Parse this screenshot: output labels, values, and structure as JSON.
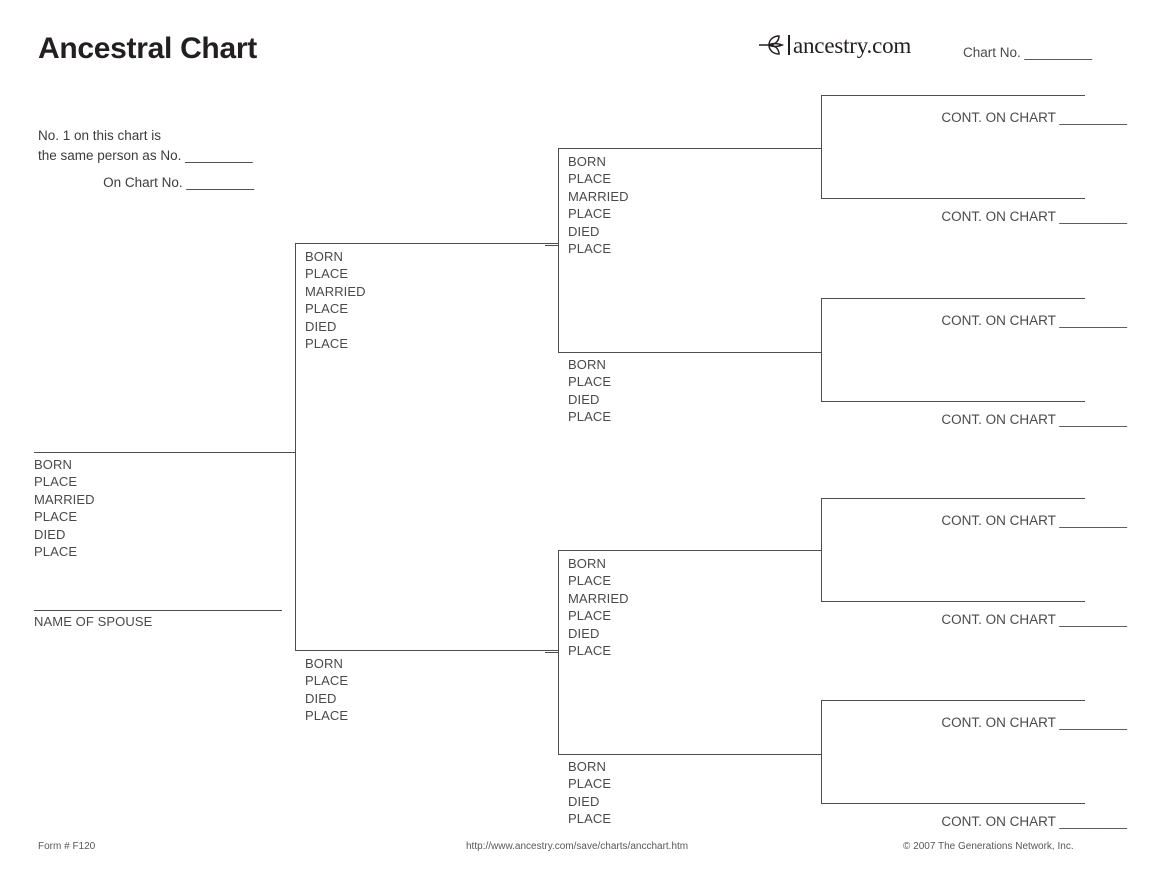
{
  "header": {
    "title": "Ancestral Chart",
    "logo_text": "ancestry.com",
    "logo_icon": "leaf-icon",
    "chart_no_label": "Chart No. _________"
  },
  "note": {
    "line1": "No. 1 on this chart is",
    "line2": "the same person as No. _________",
    "line3": "On Chart No. _________"
  },
  "labels": {
    "born": "BORN",
    "place": "PLACE",
    "married": "MARRIED",
    "died": "DIED",
    "name_of_spouse": "NAME OF SPOUSE",
    "cont_on_chart": "CONT. ON CHART _________"
  },
  "chart_data": {
    "type": "diagram",
    "title": "Ancestral Chart",
    "generations": 4,
    "person_1": {
      "fields": [
        "BORN",
        "PLACE",
        "MARRIED",
        "PLACE",
        "DIED",
        "PLACE"
      ],
      "spouse_caption": "NAME OF SPOUSE"
    },
    "generation_2": [
      {
        "position": "father",
        "fields": [
          "BORN",
          "PLACE",
          "MARRIED",
          "PLACE",
          "DIED",
          "PLACE"
        ]
      },
      {
        "position": "mother",
        "fields": [
          "BORN",
          "PLACE",
          "DIED",
          "PLACE"
        ]
      }
    ],
    "generation_3": [
      {
        "position": "paternal-grandfather",
        "fields": [
          "BORN",
          "PLACE",
          "MARRIED",
          "PLACE",
          "DIED",
          "PLACE"
        ]
      },
      {
        "position": "paternal-grandmother",
        "fields": [
          "BORN",
          "PLACE",
          "DIED",
          "PLACE"
        ]
      },
      {
        "position": "maternal-grandfather",
        "fields": [
          "BORN",
          "PLACE",
          "MARRIED",
          "PLACE",
          "DIED",
          "PLACE"
        ]
      },
      {
        "position": "maternal-grandmother",
        "fields": [
          "BORN",
          "PLACE",
          "DIED",
          "PLACE"
        ]
      }
    ],
    "generation_4": [
      {
        "label": "CONT. ON CHART _________"
      },
      {
        "label": "CONT. ON CHART _________"
      },
      {
        "label": "CONT. ON CHART _________"
      },
      {
        "label": "CONT. ON CHART _________"
      },
      {
        "label": "CONT. ON CHART _________"
      },
      {
        "label": "CONT. ON CHART _________"
      },
      {
        "label": "CONT. ON CHART _________"
      },
      {
        "label": "CONT. ON CHART _________"
      }
    ]
  },
  "footer": {
    "form": "Form # F120",
    "url": "http://www.ancestry.com/save/charts/ancchart.htm",
    "copyright": "© 2007 The Generations Network, Inc."
  }
}
